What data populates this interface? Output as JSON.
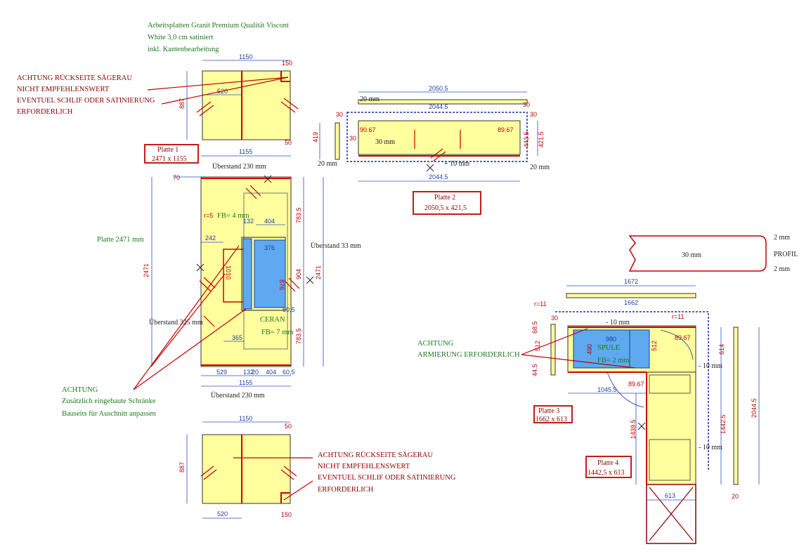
{
  "header": {
    "line1": "Arbeitsplatten Granit Premium Qualität Viscont",
    "line2": "White 3,0 cm satiniert",
    "line3": "inkl. Kantenbearbeitung"
  },
  "warnings": {
    "back_top": [
      "ACHTUNG RÜCKSEITE SÄGERAU",
      "NICHT EMPFEHLENSWERT",
      "EVENTUEL SCHLIF ODER SATINIERUNG",
      "ERFORDERLICH"
    ],
    "back_bottom": [
      "ACHTUNG RÜCKSEITE SÄGERAU",
      "NICHT EMPFEHLENSWERT",
      "EVENTUEL SCHLIF ODER SATINIERUNG",
      "ERFORDERLICH"
    ],
    "cabinets": [
      "ACHTUNG",
      "Zusätzlich eingebaute Schränke",
      "Bauseits für Auschnitt anpassen"
    ],
    "armierung": [
      "ACHTUNG",
      "ARMIERUNG ERFORDERLICH"
    ]
  },
  "plates": {
    "p1": {
      "name": "Platte 1",
      "size": "2471 x 1155"
    },
    "p2": {
      "name": "Platte 2",
      "size": "2050,5 x 421,5"
    },
    "p3": {
      "name": "Platte 3",
      "size": "1662 x 613"
    },
    "p4": {
      "name": "Platte 4",
      "size": "1442,5 x 613"
    }
  },
  "profile": {
    "label": "PROFIL",
    "thickness": "30 mm",
    "edge_top": "2 mm",
    "edge_bottom": "2 mm"
  },
  "top_view": {
    "w": "1150",
    "h": "887",
    "w520": "520",
    "w150": "150",
    "w50": "50"
  },
  "main_plate": {
    "w_top": "1155",
    "h_left": "2471",
    "h_right": "2471",
    "platte_label": "Platte 2471 mm",
    "ueber_top": "Überstand  230 mm",
    "ueber_right": "Überstand 33 mm",
    "ueber_mid": "Überstand  325 mm",
    "ueber_bottom": "Überstand  230 mm",
    "r5": "r=5",
    "fb4": "FB= 4 mm",
    "d242": "242",
    "d132": "132",
    "d404": "404",
    "d376": "376",
    "d876": "876",
    "d1010": "1010",
    "d904": "904",
    "d783a": "783.5",
    "d783b": "783.5",
    "d365": "365",
    "d605": "60,5",
    "ceran": "CERAN",
    "fb7": "FB= 7 mm",
    "b529": "529",
    "b132": "132",
    "b20": "20",
    "b404": "404",
    "b605": "60,5",
    "b1155": "1155",
    "d70": "70"
  },
  "plate2": {
    "w_top": "2050.5",
    "w_mid": "2044.5",
    "w_bottom": "2044.5",
    "mm20a": "20 mm",
    "mm20b": "20 mm",
    "mm20c": "20 mm",
    "mm30": "30 mm",
    "mm10": "+ 10 mm",
    "h419": "419",
    "h4435": "443.5",
    "h4215": "421.5",
    "d3067": "90.67",
    "d8967": "89.67",
    "d30a": "30",
    "d30b": "30",
    "d30c": "30",
    "d30d": "30"
  },
  "corner": {
    "w1672": "1672",
    "w1662": "1662",
    "r11a": "r=11",
    "r11b": "r=11",
    "m10a": "- 10 mm",
    "m10b": "- 10 mm",
    "m10c": "- 10 mm",
    "d980": "980",
    "spule": "SPULE",
    "fb2": "FB= 2 mm",
    "d490": "490",
    "d512a": "512",
    "d512b": "512",
    "d8967a": "89.67",
    "d8967b": "89.67",
    "d10455": "1045.5",
    "d14395": "1439.5",
    "d14425": "1442.5",
    "d614": "614",
    "d613": "613",
    "d20445": "2044.5",
    "d30": "30",
    "d20": "20",
    "d685": "68.5",
    "d445": "44.5"
  }
}
